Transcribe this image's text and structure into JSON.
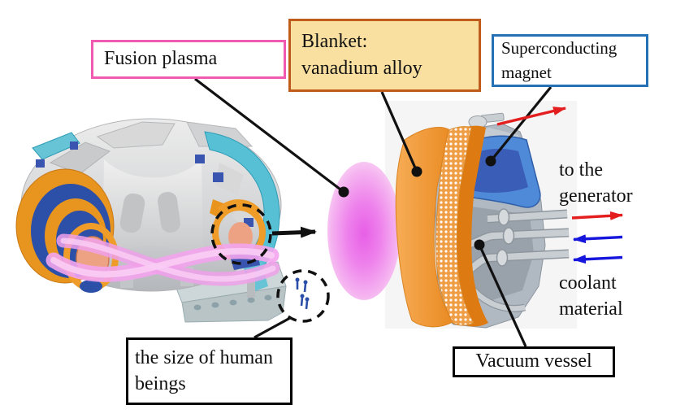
{
  "figure": {
    "callouts": {
      "fusion_plasma": "Fusion plasma",
      "blanket": "Blanket:\nvanadium alloy",
      "superconducting_magnet": "Superconducting\nmagnet",
      "vacuum_vessel": "Vacuum vessel",
      "human_scale": "the size of human\nbeings"
    },
    "annotations": {
      "to_generator": "to the\ngenerator",
      "coolant": "coolant\nmaterial"
    },
    "arrow_counts": {
      "red_right_arrows": 2,
      "blue_left_arrows": 2
    },
    "colors": {
      "fusion-plasma-border": "#f05ab0",
      "blanket-border": "#c05c1b",
      "blanket-bg": "#f9e0a0",
      "magnet-border": "#2571b5",
      "callout-border": "#000000",
      "arrow-red": "#e41e1e",
      "arrow-blue": "#1616dd",
      "plasma-pink": "#ee6bee",
      "blanket-orange": "#f0993a",
      "magnet-blue": "#3a5db8",
      "vessel-gray": "#aeb6c0",
      "coil-orange": "#e8951f",
      "coil-blue": "#2c4fa8",
      "structure-cyan": "#58c0d4"
    }
  }
}
